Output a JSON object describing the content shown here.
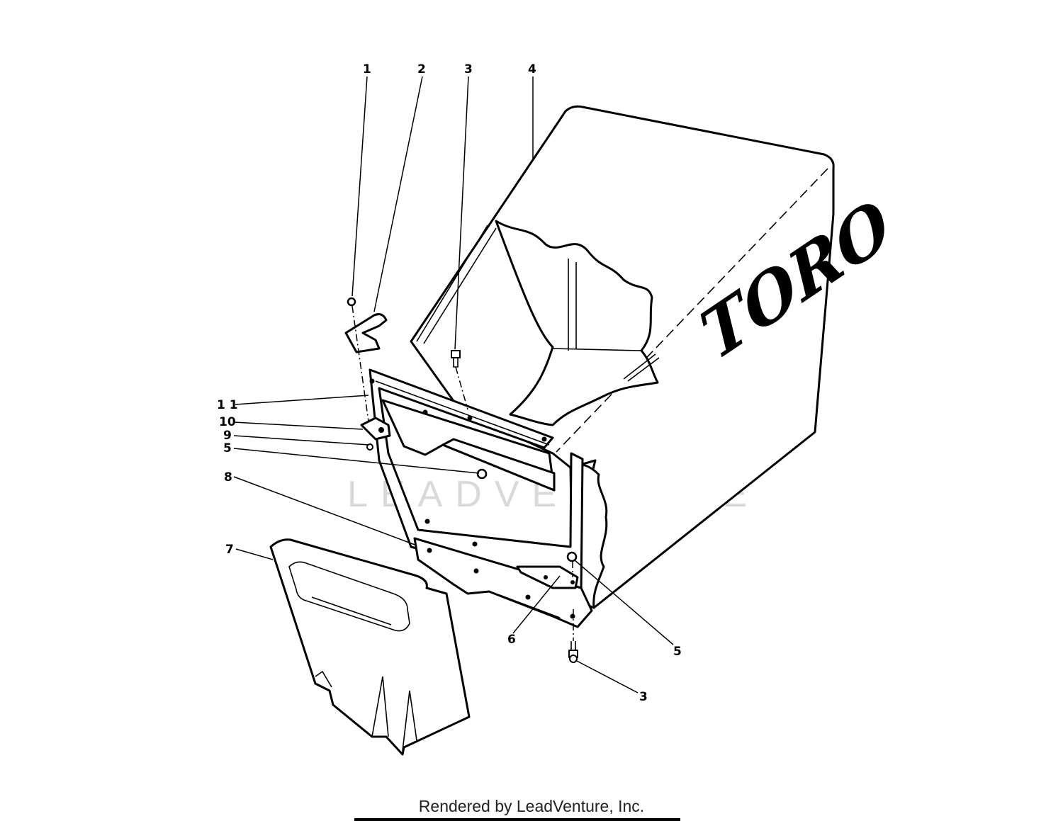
{
  "diagram": {
    "brand_logo": "TORO",
    "watermark": "LEADVENTURE",
    "footer_credit": "Rendered by LeadVenture, Inc.",
    "callouts": [
      {
        "id": "c1",
        "label": "1"
      },
      {
        "id": "c2",
        "label": "2"
      },
      {
        "id": "c3a",
        "label": "3"
      },
      {
        "id": "c4",
        "label": "4"
      },
      {
        "id": "c11",
        "label": "1 1"
      },
      {
        "id": "c10",
        "label": "10"
      },
      {
        "id": "c9",
        "label": "9"
      },
      {
        "id": "c5a",
        "label": "5"
      },
      {
        "id": "c8",
        "label": "8"
      },
      {
        "id": "c7",
        "label": "7"
      },
      {
        "id": "c6",
        "label": "6"
      },
      {
        "id": "c5b",
        "label": "5"
      },
      {
        "id": "c3b",
        "label": "3"
      }
    ]
  }
}
